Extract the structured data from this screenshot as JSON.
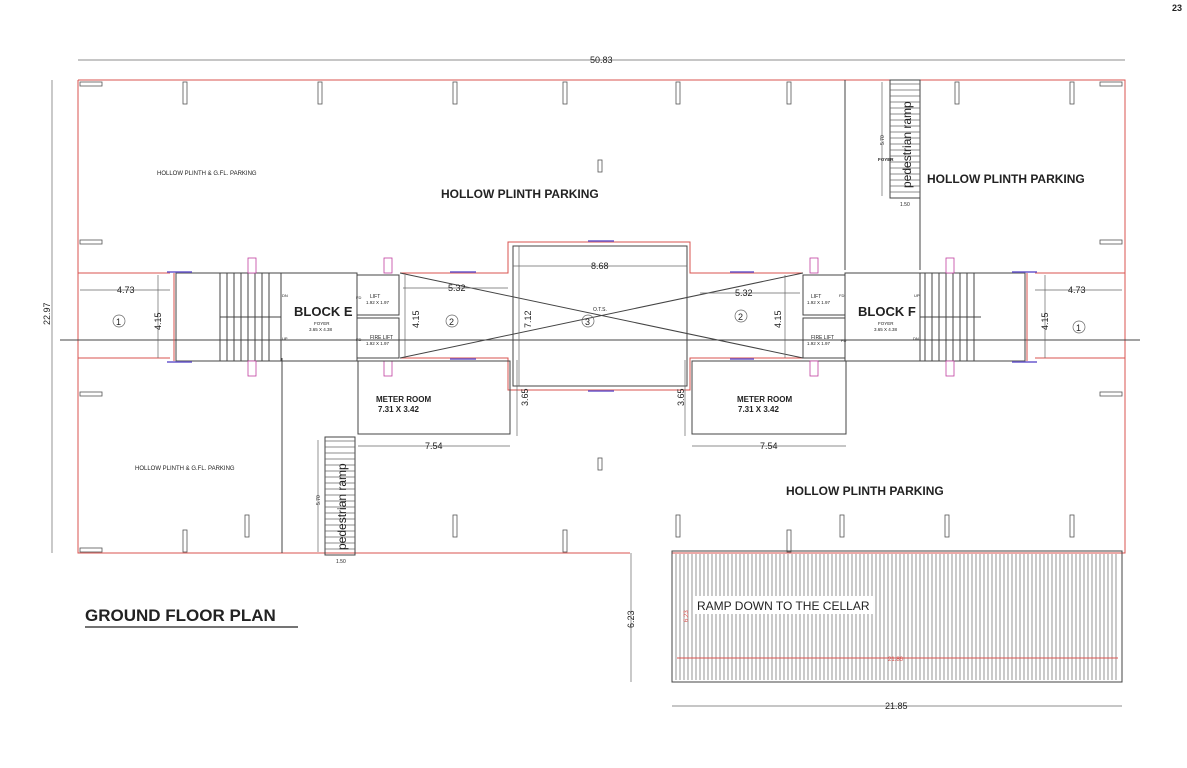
{
  "page_number": "23",
  "title": "GROUND FLOOR PLAN",
  "dimensions": {
    "overall_width": "50.83",
    "overall_depth": "22.97",
    "left_bay": "4.73",
    "right_bay": "4.73",
    "left_depth": "4.15",
    "right_depth": "4.15",
    "left_void_width": "5.32",
    "right_void_width": "5.32",
    "left_void_depth": "4.15",
    "right_void_depth": "4.15",
    "centre_width": "8.68",
    "centre_depth": "7.12",
    "left_meter_offset": "3.65",
    "right_meter_offset": "3.65",
    "left_lower": "7.54",
    "right_lower": "7.54",
    "ramp_depth": "6.23",
    "ramp_width": "21.85",
    "ramp_inner_width": "21.86",
    "ramp_inner_depth": "6.23",
    "ped_ramp_length": "5.70",
    "ped_ramp_width": "1.50"
  },
  "labels": {
    "parking_top_left": "HOLLOW PLINTH & G.FL.  PARKING",
    "parking_bottom_left": "HOLLOW PLINTH & G.FL.  PARKING",
    "parking_top_centre": "HOLLOW PLINTH PARKING",
    "parking_top_right": "HOLLOW PLINTH PARKING",
    "parking_bottom_right": "HOLLOW PLINTH PARKING",
    "block_e": "BLOCK E",
    "block_f": "BLOCK F",
    "foyer": "FOYER",
    "foyer_size": "3.65 X 4.38",
    "foyer_top": "FOYER",
    "lift": "LIFT",
    "lift_size": "1.92 X 1.97",
    "fire_lift": "FIRE LIFT",
    "fire_lift_size": "1.92 X 1.97",
    "fd": "FD",
    "meter_room": "METER ROOM",
    "meter_size": "7.31 X 3.42",
    "ots": "O.T.S.",
    "pedestrian_ramp": "pedestrian ramp",
    "ramp_down": "RAMP DOWN TO THE CELLAR",
    "dn": "DN",
    "up": "UP",
    "marker_1": "1",
    "marker_2": "2",
    "marker_3": "3"
  }
}
